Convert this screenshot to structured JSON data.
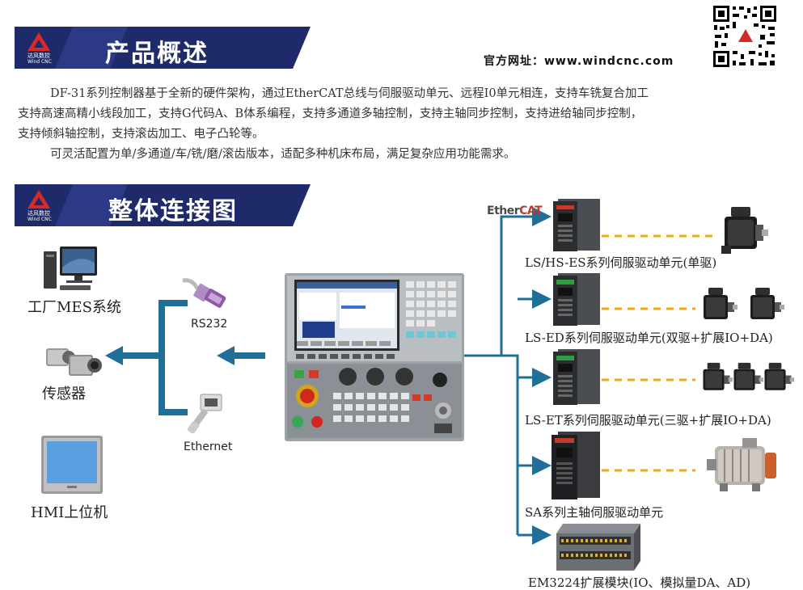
{
  "header": {
    "section1_title": "产品概述",
    "section2_title": "整体连接图",
    "logo_cn": "达风数控",
    "logo_en": "Wind CNC",
    "website": "官方网址：www.windcnc.com"
  },
  "intro": {
    "line1": "DF-31系列控制器基于全新的硬件架构，通过EtherCAT总线与伺服驱动单元、远程I0单元相连，支持车铣复合加工",
    "line2": "支持高速高精小线段加工，支持G代码A、B体系编程，支持多通道多轴控制，支持主轴同步控制，支持进给轴同步控制，",
    "line3": "支持倾斜轴控制，支持滚齿加工、电子凸轮等。",
    "line4": "可灵活配置为单/多通道/车/铣/磨/滚齿版本，适配多种机床布局，满足复杂应用功能需求。"
  },
  "left_devices": {
    "mes": "工厂MES系统",
    "sensor": "传感器",
    "hmi": "HMI上位机"
  },
  "interfaces": {
    "rs232": "RS232",
    "ethernet": "Ethernet"
  },
  "bus": {
    "ether": "Ether",
    "cat": "CAT"
  },
  "right_devices": {
    "ls_hs_es": "LS/HS-ES系列伺服驱动单元(单驱)",
    "ls_ed": "LS-ED系列伺服驱动单元(双驱+扩展IO+DA)",
    "ls_et": "LS-ET系列伺服驱动单元(三驱+扩展IO+DA)",
    "sa": "SA系列主轴伺服驱动单元",
    "em3224": "EM3224扩展模块(IO、模拟量DA、AD)"
  },
  "colors": {
    "banner": "#1f2a6b",
    "arrow_blue": "#1f6f99",
    "dash_orange": "#f2a51a",
    "logo_red": "#d62a2a"
  }
}
